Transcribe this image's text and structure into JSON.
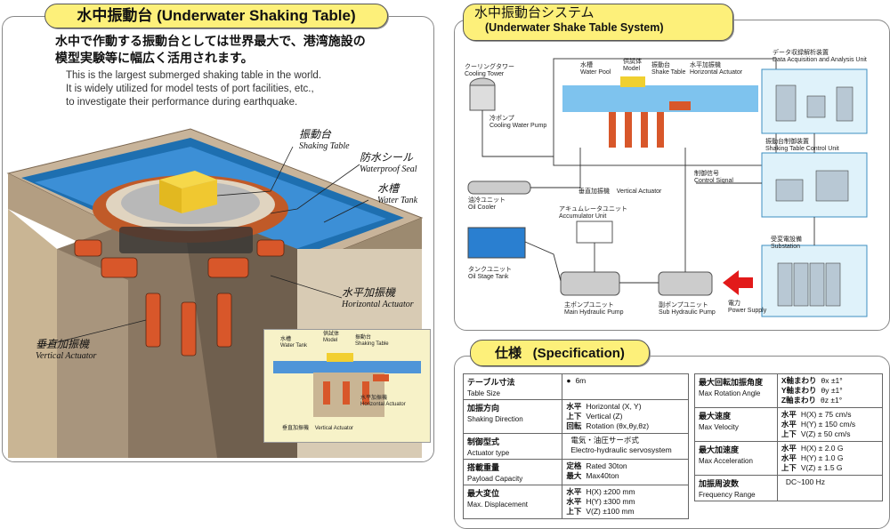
{
  "left": {
    "title": "水中振動台 (Underwater Shaking Table)",
    "headline_jp": "水中で作動する振動台としては世界最大で、港湾施設の模型実験等に幅広く活用されます。",
    "desc_en": [
      "This is the largest submerged shaking table in the world.",
      "It is widely utilized for model tests of port facilities, etc.,",
      "to investigate their performance during earthquake."
    ],
    "labels": {
      "shaking_table_jp": "振動台",
      "shaking_table_en": "Shaking Table",
      "seal_jp": "防水シール",
      "seal_en": "Waterproof Seal",
      "tank_jp": "水槽",
      "tank_en": "Water Tank",
      "h_act_jp": "水平加振機",
      "h_act_en": "Horizontal Actuator",
      "v_act_jp": "垂直加振機",
      "v_act_en": "Vertical Actuator"
    },
    "inset": {
      "tank_jp": "水槽",
      "tank_en": "Water Tank",
      "model_jp": "供試体",
      "model_en": "Model",
      "table_jp": "振動台",
      "table_en": "Shaking Table",
      "h_jp": "水平加振機",
      "h_en": "Horizontal Actuator",
      "v_jp": "垂直加振機",
      "v_en": "Vertical Actuator"
    }
  },
  "system": {
    "title_jp": "水中振動台システム",
    "title_en": "(Underwater Shake Table System)",
    "labels": {
      "cooling_tower": "クーリングタワー\nCooling Tower",
      "cooling_pump": "冷ポンプ\nCooling Water Pump",
      "water_pool": "水槽\nWater Pool",
      "model": "供試体\nModel",
      "shake_table": "振動台\nShake Table",
      "h_actuator": "水平加振機\nHorizontal Actuator",
      "v_actuator": "垂直加振機    Vertical Actuator",
      "oil_cooler": "油冷ユニット\nOil Cooler",
      "accumulator": "アキュムレータユニット\nAccumulator Unit",
      "oil_tank": "タンクユニット\nOil Stage Tank",
      "main_pump": "主ポンプユニット\nMain Hydraulic Pump",
      "sub_pump": "副ポンプユニット\nSub Hydraulic Pump",
      "power": "電力\nPower Supply",
      "control_signal": "制御信号\nControl Signal",
      "data_acq": "データ収録解析装置\nData Acquisition and Analysis Unit",
      "control_unit": "振動台制御装置\nShaking Table Control Unit",
      "substation": "受変電設備\nSubstation"
    }
  },
  "spec": {
    "title_jp": "仕様",
    "title_en": "(Specification)",
    "left_rows": [
      {
        "jp": "テーブル寸法",
        "en": "Table Size",
        "lines": [
          {
            "k": "●",
            "v": "6m"
          }
        ]
      },
      {
        "jp": "加振方向",
        "en": "Shaking Direction",
        "lines": [
          {
            "k": "水平",
            "v": "Horizontal (X, Y)"
          },
          {
            "k": "上下",
            "v": "Vertical (Z)"
          },
          {
            "k": "回転",
            "v": "Rotation (θx,θy,θz)"
          }
        ]
      },
      {
        "jp": "制御型式",
        "en": "Actuator type",
        "lines": [
          {
            "k": "",
            "v": "電気・油圧サーボ式"
          },
          {
            "k": "",
            "v": "Electro-hydraulic servosystem"
          }
        ]
      },
      {
        "jp": "搭載重量",
        "en": "Payload Capacity",
        "lines": [
          {
            "k": "定格",
            "v": "Rated 30ton"
          },
          {
            "k": "最大",
            "v": "Max40ton"
          }
        ]
      },
      {
        "jp": "最大変位",
        "en": "Max. Displacement",
        "lines": [
          {
            "k": "水平",
            "v": "H(X) ±200 mm"
          },
          {
            "k": "水平",
            "v": "H(Y) ±300 mm"
          },
          {
            "k": "上下",
            "v": "V(Z) ±100 mm"
          }
        ]
      }
    ],
    "right_rows": [
      {
        "jp": "最大回転加振角度",
        "en": "Max Rotation Angle",
        "lines": [
          {
            "k": "X軸まわり",
            "v": "θx    ±1°"
          },
          {
            "k": "Y軸まわり",
            "v": "θy    ±1°"
          },
          {
            "k": "Z軸まわり",
            "v": "θz    ±1°"
          }
        ]
      },
      {
        "jp": "最大速度",
        "en": "Max Velocity",
        "lines": [
          {
            "k": "水平",
            "v": "H(X) ±  75 cm/s"
          },
          {
            "k": "水平",
            "v": "H(Y) ± 150 cm/s"
          },
          {
            "k": "上下",
            "v": "V(Z) ±  50 cm/s"
          }
        ]
      },
      {
        "jp": "最大加速度",
        "en": "Max Acceleration",
        "lines": [
          {
            "k": "水平",
            "v": "H(X) ± 2.0 G"
          },
          {
            "k": "水平",
            "v": "H(Y) ± 1.0 G"
          },
          {
            "k": "上下",
            "v": "V(Z) ± 1.5 G"
          }
        ]
      },
      {
        "jp": "加振周波数",
        "en": "Frequency Range",
        "lines": [
          {
            "k": "",
            "v": "DC~100 Hz"
          }
        ]
      }
    ]
  }
}
